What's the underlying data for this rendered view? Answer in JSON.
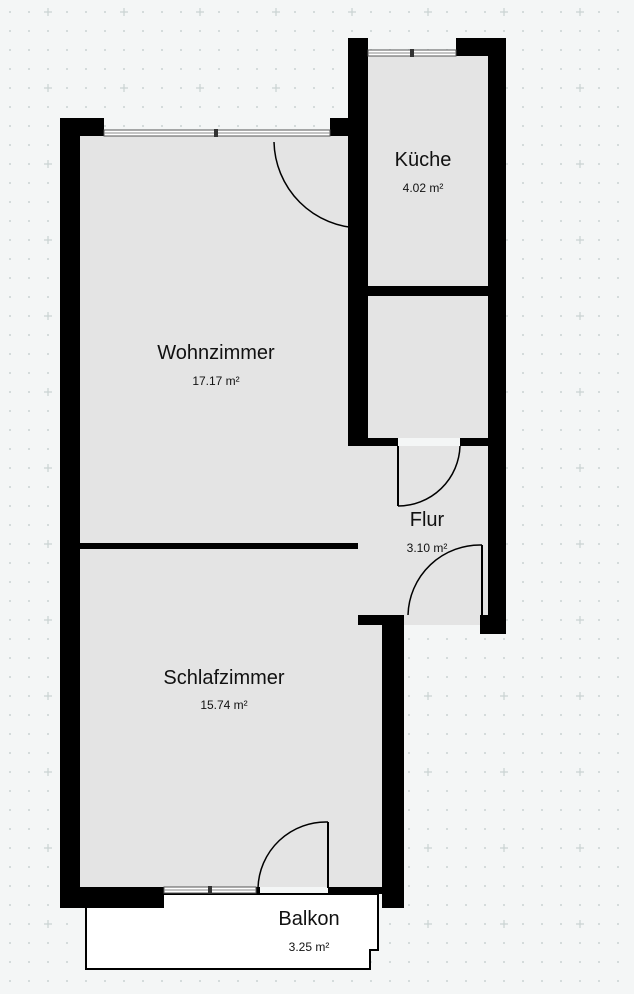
{
  "colors": {
    "background": "#f4f6f6",
    "grid_marker": "#c9d3d2",
    "room_fill": "#e4e4e4",
    "wall": "#000000",
    "balcony_fill": "#ffffff",
    "text": "#111111"
  },
  "rooms": [
    {
      "id": "kueche",
      "name": "Küche",
      "area": "4.02 m²"
    },
    {
      "id": "wohnzimmer",
      "name": "Wohnzimmer",
      "area": "17.17 m²"
    },
    {
      "id": "flur",
      "name": "Flur",
      "area": "3.10 m²"
    },
    {
      "id": "schlafzimmer",
      "name": "Schlafzimmer",
      "area": "15.74 m²"
    },
    {
      "id": "balkon",
      "name": "Balkon",
      "area": "3.25 m²"
    }
  ]
}
